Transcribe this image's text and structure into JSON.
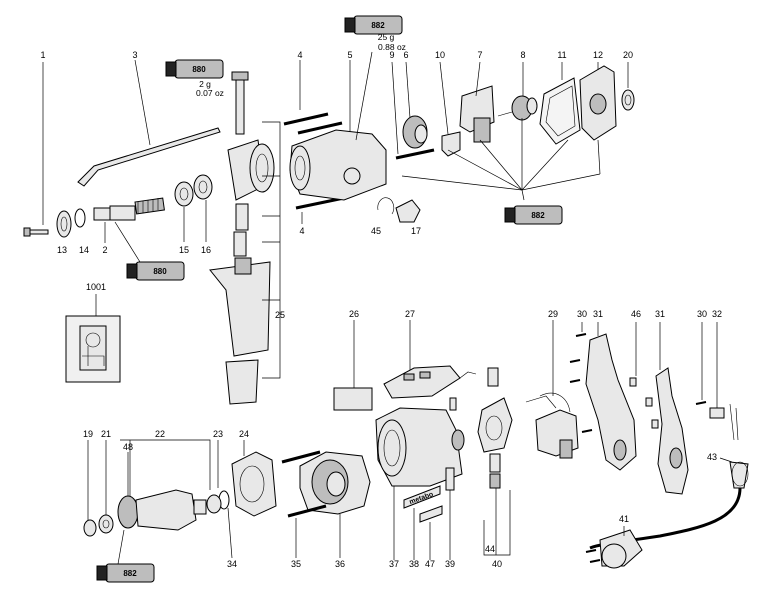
{
  "tubes": [
    {
      "id": "t1",
      "label": "882"
    },
    {
      "id": "t2",
      "label": "880"
    },
    {
      "id": "t3",
      "label": "882"
    },
    {
      "id": "t4",
      "label": "880"
    },
    {
      "id": "t5",
      "label": "882"
    }
  ],
  "notes": {
    "n25g": "25 g",
    "n088oz": "0.88 oz",
    "n2g": "2 g",
    "n007oz": "0.07 oz"
  },
  "labels": {
    "p1": "1",
    "p2": "2",
    "p3": "3",
    "p4a": "4",
    "p4b": "4",
    "p5": "5",
    "p6": "6",
    "p7": "7",
    "p8": "8",
    "p9": "9",
    "p10": "10",
    "p11": "11",
    "p12": "12",
    "p13": "13",
    "p14": "14",
    "p15": "15",
    "p16": "16",
    "p17": "17",
    "p19": "19",
    "p20": "20",
    "p21": "21",
    "p22": "22",
    "p23": "23",
    "p24": "24",
    "p25": "25",
    "p26": "26",
    "p27": "27",
    "p29": "29",
    "p30a": "30",
    "p30b": "30",
    "p31a": "31",
    "p31b": "31",
    "p32": "32",
    "p34": "34",
    "p35": "35",
    "p36": "36",
    "p37": "37",
    "p38": "38",
    "p39": "39",
    "p40": "40",
    "p41": "41",
    "p43": "43",
    "p44": "44",
    "p45": "45",
    "p46": "46",
    "p47": "47",
    "p48": "48",
    "p1001": "1001"
  },
  "brand_plate": "metabo"
}
